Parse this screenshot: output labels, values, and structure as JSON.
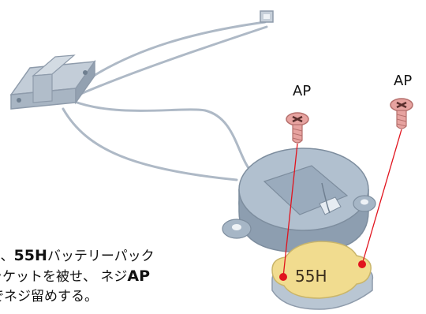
{
  "labels": {
    "screw_left": "AP",
    "screw_right": "AP",
    "bracket": "55H"
  },
  "instruction": {
    "l1_pre": "に、",
    "l1_bold": "55H",
    "l1_post": "バッテリーパック",
    "l2_pre": "ラケットを被せ、 ネジ",
    "l2_bold": "AP",
    "l3": "でネジ留めする。"
  },
  "colors": {
    "screw": "#e7a3a0",
    "bracket": "#f1dc8f",
    "marker": "#e1141e",
    "part": "#a5b3c2"
  }
}
